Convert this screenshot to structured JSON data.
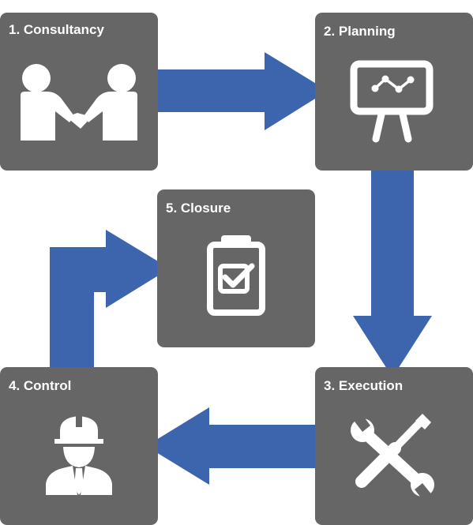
{
  "colors": {
    "box": "#666666",
    "arrow": "#3c65ad",
    "icon": "#ffffff"
  },
  "steps": [
    {
      "label": "1. Consultancy",
      "icon": "handshake-icon"
    },
    {
      "label": "2. Planning",
      "icon": "presentation-board-icon"
    },
    {
      "label": "3. Execution",
      "icon": "wrench-screwdriver-icon"
    },
    {
      "label": "4. Control",
      "icon": "engineer-icon"
    },
    {
      "label": "5. Closure",
      "icon": "clipboard-check-icon"
    }
  ]
}
